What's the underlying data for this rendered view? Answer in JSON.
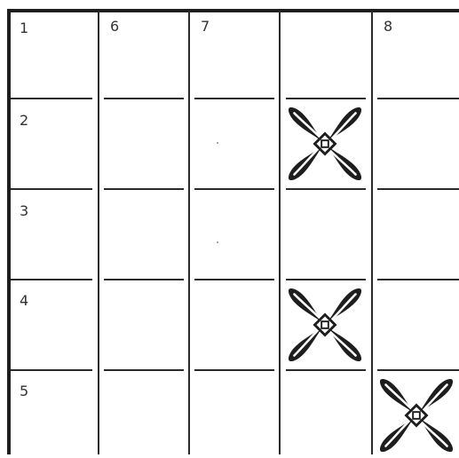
{
  "grid": {
    "rows": 5,
    "columns": 5,
    "cells": [
      {
        "row": 1,
        "col": 1,
        "label": "1",
        "has_flower": false
      },
      {
        "row": 1,
        "col": 2,
        "label": "6",
        "has_flower": false
      },
      {
        "row": 1,
        "col": 3,
        "label": "7",
        "has_flower": false
      },
      {
        "row": 1,
        "col": 4,
        "label": "",
        "has_flower": false
      },
      {
        "row": 1,
        "col": 5,
        "label": "8",
        "has_flower": false
      },
      {
        "row": 2,
        "col": 1,
        "label": "2",
        "has_flower": false
      },
      {
        "row": 2,
        "col": 4,
        "label": "",
        "has_flower": true
      },
      {
        "row": 3,
        "col": 1,
        "label": "3",
        "has_flower": false
      },
      {
        "row": 4,
        "col": 1,
        "label": "4",
        "has_flower": false
      },
      {
        "row": 4,
        "col": 4,
        "label": "",
        "has_flower": true
      },
      {
        "row": 5,
        "col": 1,
        "label": "5",
        "has_flower": false
      },
      {
        "row": 5,
        "col": 5,
        "label": "",
        "has_flower": true
      }
    ]
  },
  "labels": {
    "r1c1": "1",
    "r1c2": "6",
    "r1c3": "7",
    "r1c5": "8",
    "r2c1": "2",
    "r3c1": "3",
    "r4c1": "4",
    "r5c1": "5"
  },
  "icons": {
    "flower": "four-petal-flower-icon"
  },
  "colors": {
    "ink": "#1e1e1e",
    "background": "#ffffff"
  }
}
